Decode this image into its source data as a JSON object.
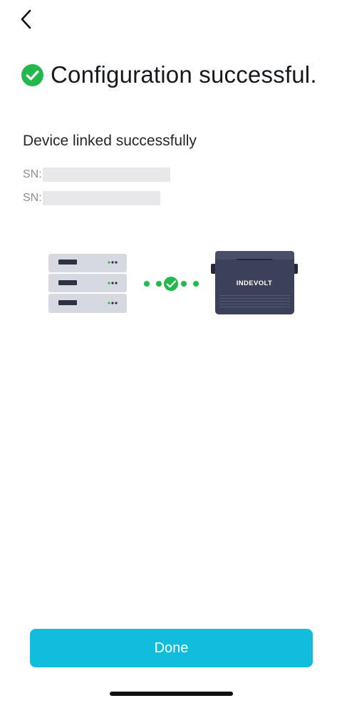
{
  "header": {
    "title": "Configuration successful."
  },
  "content": {
    "subtitle": "Device linked successfully",
    "serials": [
      {
        "label": "SN:"
      },
      {
        "label": "SN:"
      }
    ]
  },
  "illustration": {
    "device_brand": "INDEVOLT"
  },
  "footer": {
    "done_label": "Done"
  },
  "colors": {
    "success": "#22b84c",
    "accent": "#12bcdd",
    "device_body": "#3c4058"
  },
  "icons": {
    "back": "chevron-left-icon",
    "status": "check-circle-icon",
    "link": "check-circle-icon"
  }
}
